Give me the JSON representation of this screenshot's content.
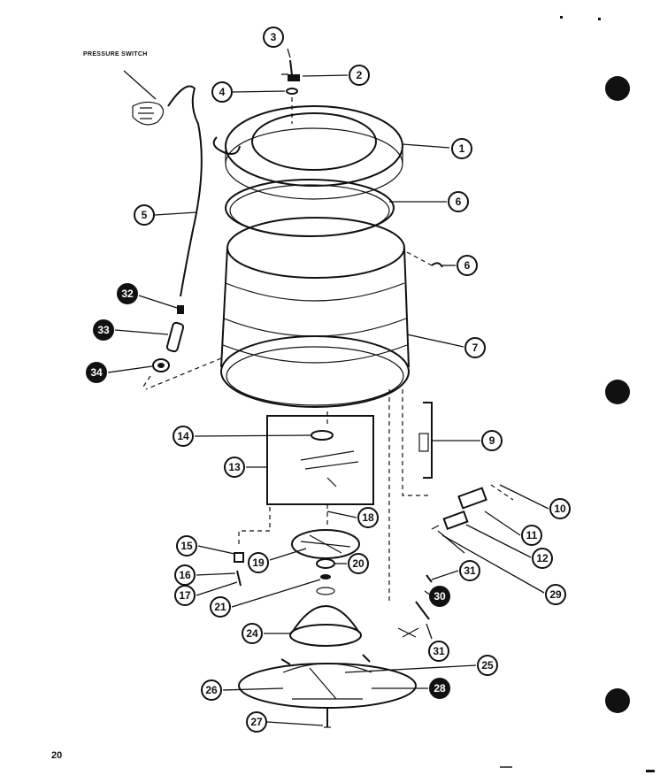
{
  "labels": {
    "pressure_switch": "PRESSURE SWITCH"
  },
  "page_number": "20",
  "callouts": [
    {
      "id": "c1",
      "num": "1"
    },
    {
      "id": "c2",
      "num": "2"
    },
    {
      "id": "c3",
      "num": "3"
    },
    {
      "id": "c4",
      "num": "4"
    },
    {
      "id": "c5",
      "num": "5"
    },
    {
      "id": "c6a",
      "num": "6"
    },
    {
      "id": "c6b",
      "num": "6"
    },
    {
      "id": "c7",
      "num": "7"
    },
    {
      "id": "c9",
      "num": "9"
    },
    {
      "id": "c10",
      "num": "10"
    },
    {
      "id": "c11",
      "num": "11"
    },
    {
      "id": "c12",
      "num": "12"
    },
    {
      "id": "c13",
      "num": "13"
    },
    {
      "id": "c14",
      "num": "14"
    },
    {
      "id": "c15",
      "num": "15"
    },
    {
      "id": "c16",
      "num": "16"
    },
    {
      "id": "c17",
      "num": "17"
    },
    {
      "id": "c18",
      "num": "18"
    },
    {
      "id": "c19",
      "num": "19"
    },
    {
      "id": "c20",
      "num": "20"
    },
    {
      "id": "c21",
      "num": "21"
    },
    {
      "id": "c24",
      "num": "24"
    },
    {
      "id": "c25",
      "num": "25"
    },
    {
      "id": "c26",
      "num": "26"
    },
    {
      "id": "c27",
      "num": "27"
    },
    {
      "id": "c28",
      "num": "28"
    },
    {
      "id": "c29",
      "num": "29"
    },
    {
      "id": "c30",
      "num": "30"
    },
    {
      "id": "c31a",
      "num": "31"
    },
    {
      "id": "c31b",
      "num": "31"
    },
    {
      "id": "c32",
      "num": "32"
    },
    {
      "id": "c33",
      "num": "33"
    },
    {
      "id": "c34",
      "num": "34"
    }
  ]
}
